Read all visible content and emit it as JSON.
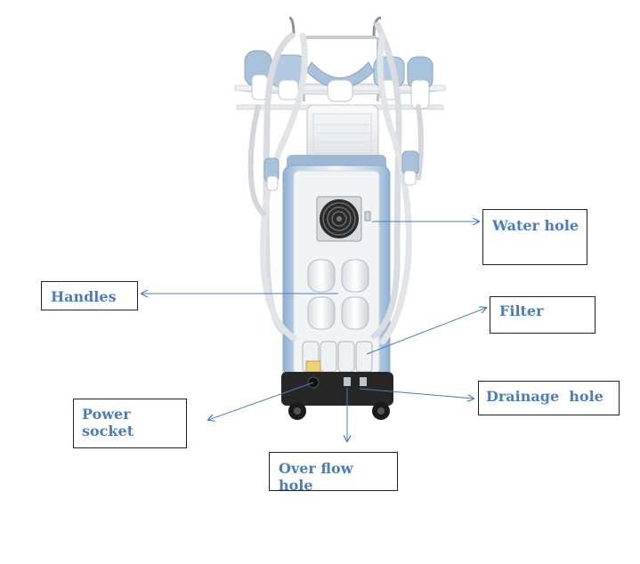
{
  "labels": {
    "water_hole": "Water hole",
    "handles": "Handles",
    "filter": "Filter",
    "drainage_hole": "Drainage  hole",
    "power_socket": "Power socket",
    "overflow_hole": "Over flow hole"
  },
  "colors": {
    "label_text": "#4a7cc0",
    "arrow": "#4a7cc0",
    "machine_blue": "#9db9d6",
    "machine_white": "#f2f3f5",
    "machine_dark": "#2a2a2a"
  }
}
